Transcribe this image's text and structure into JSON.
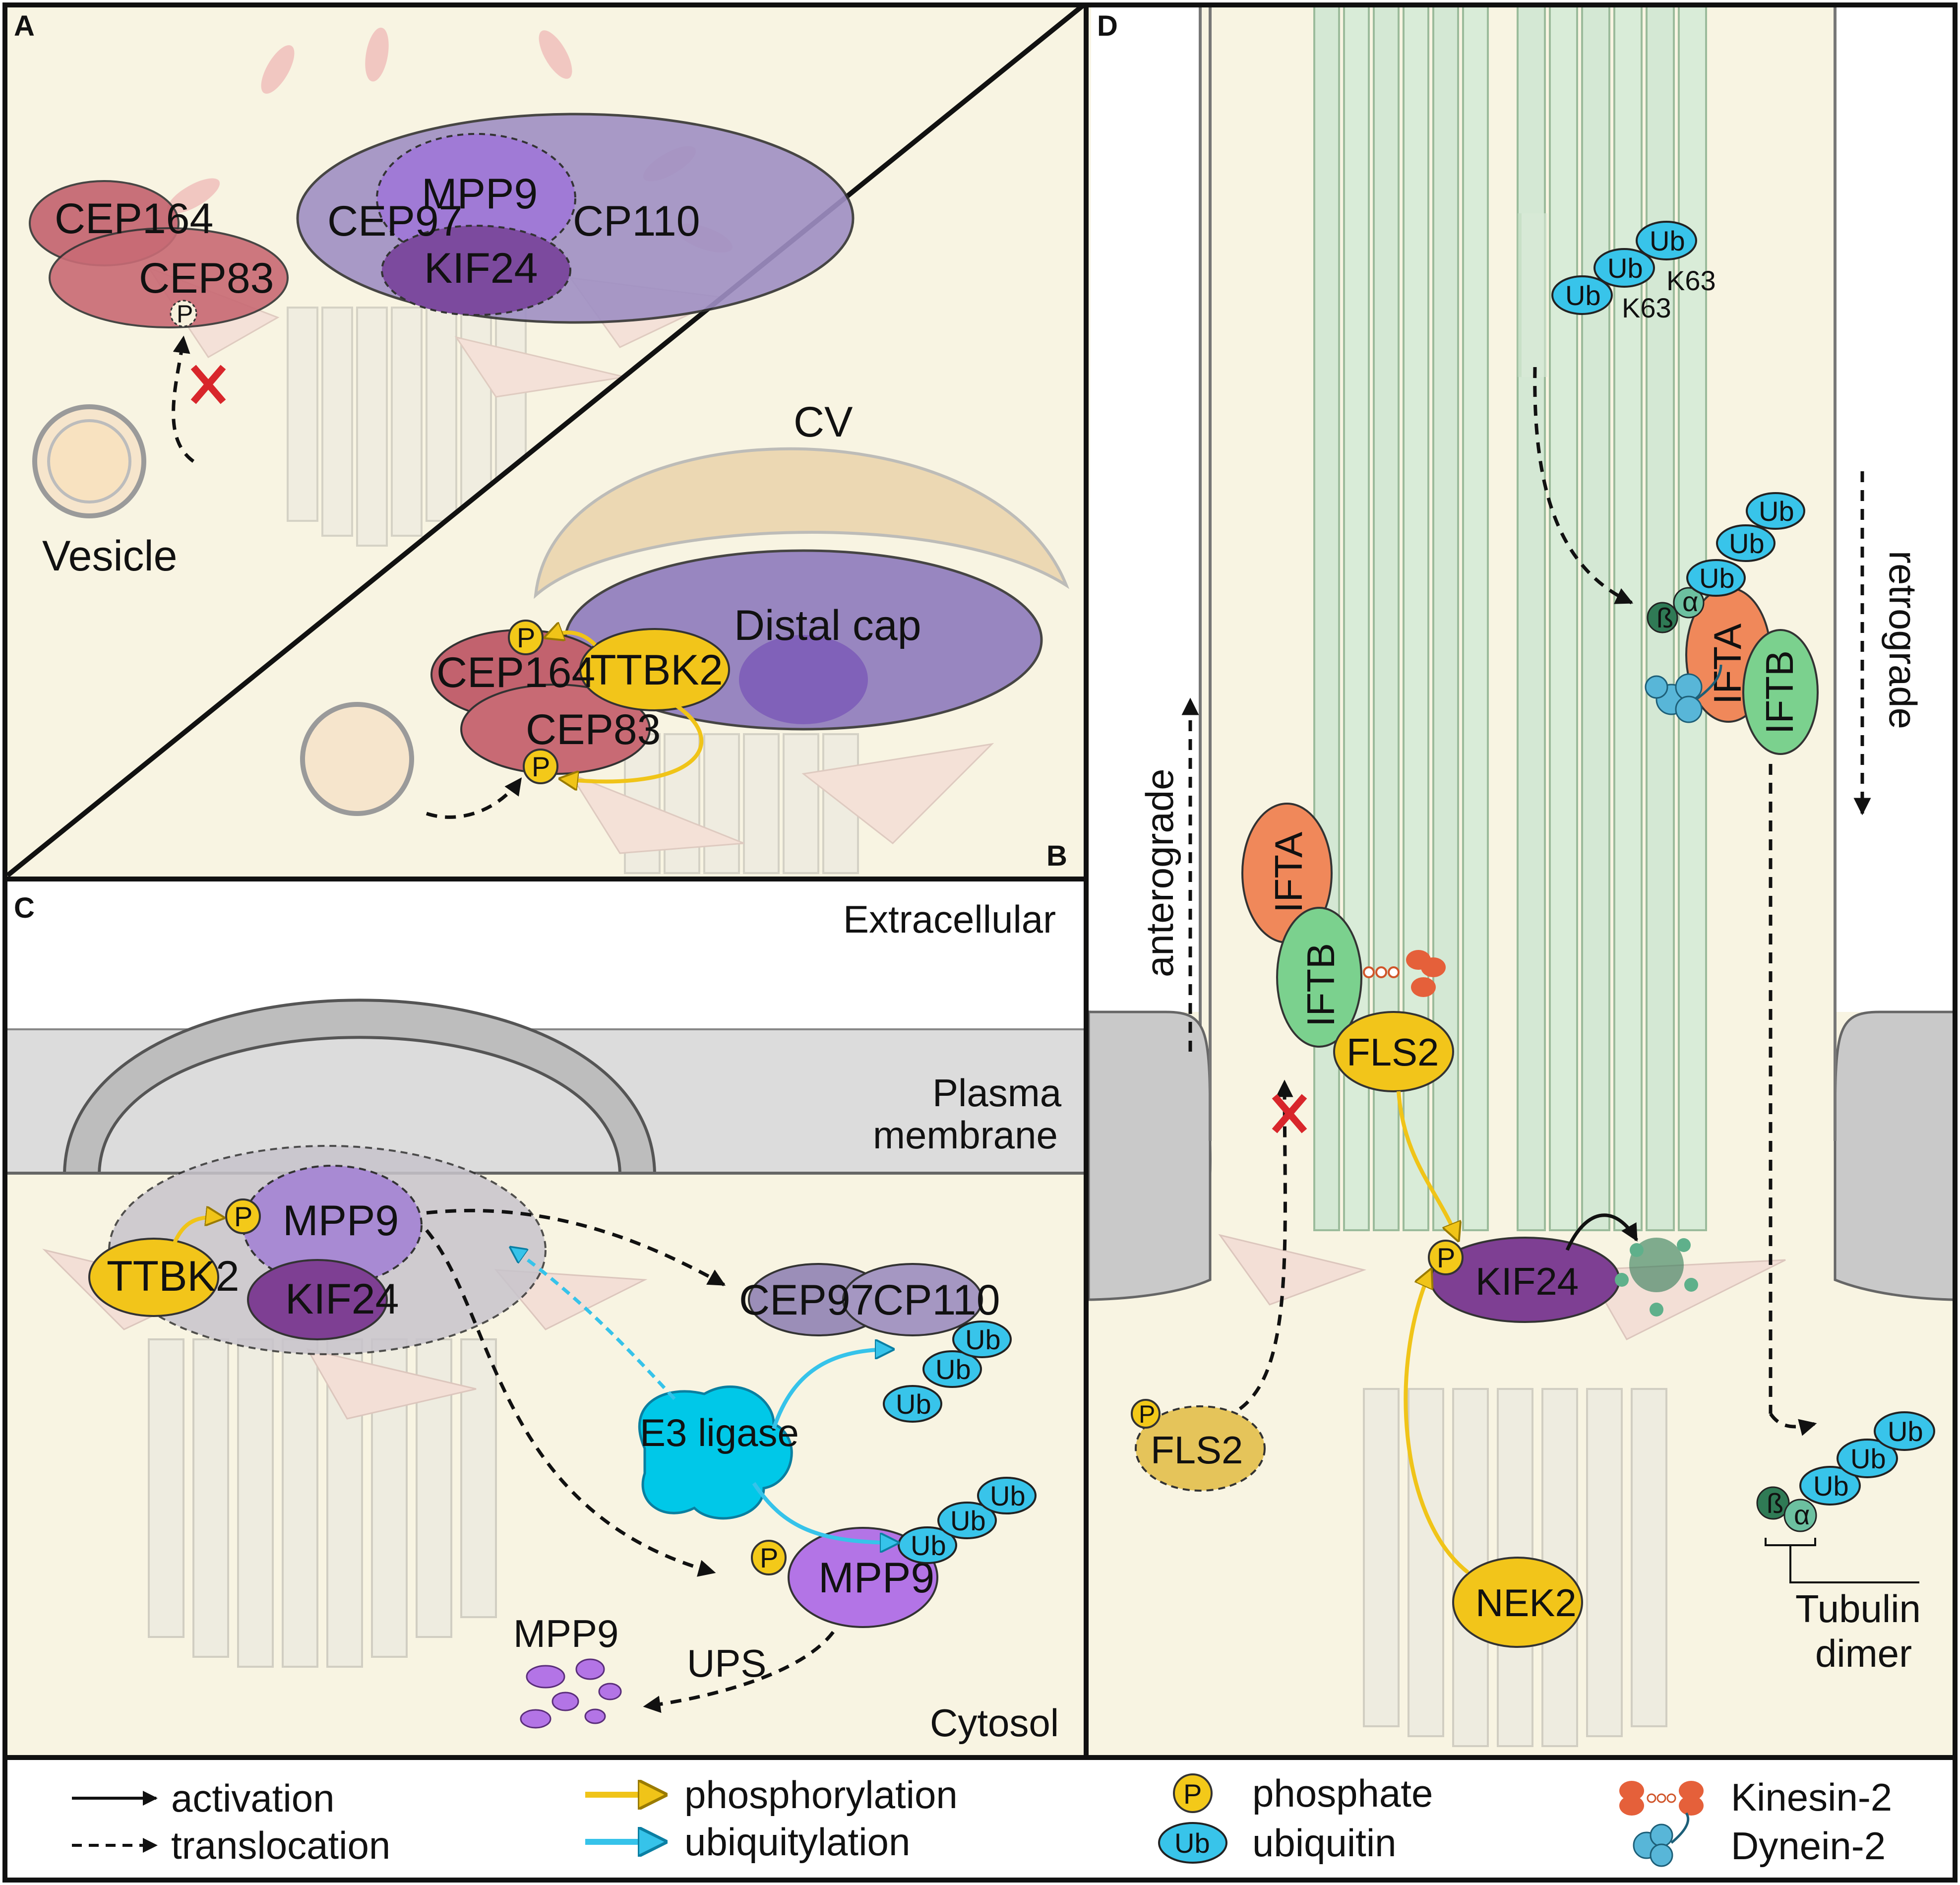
{
  "panels": {
    "a": "A",
    "b": "B",
    "c": "C",
    "d": "D"
  },
  "panel_a": {
    "cep164": "CEP164",
    "cep83": "CEP83",
    "cep97": "CEP97",
    "mpp9": "MPP9",
    "cp110": "CP110",
    "kif24": "KIF24",
    "p": "P",
    "vesicle": "Vesicle"
  },
  "panel_b": {
    "cv": "CV",
    "distal_cap": "Distal cap",
    "cep164": "CEP164",
    "ttbk2": "TTBK2",
    "cep83": "CEP83",
    "p": "P"
  },
  "panel_c": {
    "extracellular": "Extracellular",
    "plasma": "Plasma",
    "membrane": "membrane",
    "cytosol": "Cytosol",
    "mpp9": "MPP9",
    "ttbk2": "TTBK2",
    "kif24": "KIF24",
    "cep97": "CEP97",
    "cp110": "CP110",
    "e3": "E3 ligase",
    "ub": "Ub",
    "ups": "UPS",
    "mpp9_frag": "MPP9",
    "p": "P"
  },
  "panel_d": {
    "ub": "Ub",
    "k63": "K63",
    "retrograde": "retrograde",
    "anterograde": "anterograde",
    "ifta": "IFTA",
    "iftb": "IFTB",
    "fls2": "FLS2",
    "kif24": "KIF24",
    "nek2": "NEK2",
    "tubulin": "Tubulin",
    "dimer": "dimer",
    "beta": "ß",
    "alpha": "α",
    "p": "P"
  },
  "legend": {
    "activation": "activation",
    "translocation": "translocation",
    "phosphorylation": "phosphorylation",
    "ubiquitylation": "ubiquitylation",
    "phosphate": "phosphate",
    "ubiquitin": "ubiquitin",
    "kinesin": "Kinesin-2",
    "dynein": "Dynein-2",
    "p": "P",
    "ub": "Ub"
  },
  "colors": {
    "background": "#f8f4e2",
    "cep_red": "#c25a66",
    "cap_purple": "#8a73b4",
    "mpp9_violet": "#9c6bd0",
    "kif24_purple": "#7a3d8c",
    "ttbk2_yellow": "#f0c418",
    "ub_cyan": "#36c3ea",
    "ifta_orange": "#ef8a5a",
    "iftb_green": "#79cf8e",
    "axoneme_green": "#d4e8d4"
  }
}
